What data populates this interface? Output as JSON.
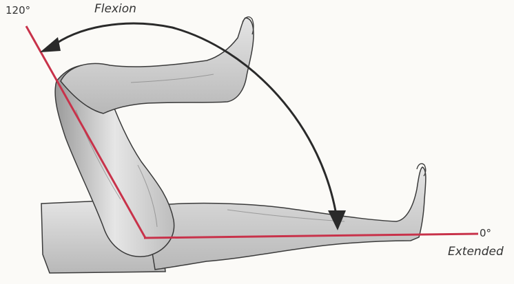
{
  "labels": {
    "angle_start": "120°",
    "motion": "Flexion",
    "angle_end": "0°",
    "position": "Extended"
  },
  "colors": {
    "axis_line": "#c8324a",
    "arrow": "#2a2a2a",
    "skin_fill": "#d8d8d8",
    "skin_stroke": "#3a3a3a",
    "background": "#fbfaf7"
  }
}
